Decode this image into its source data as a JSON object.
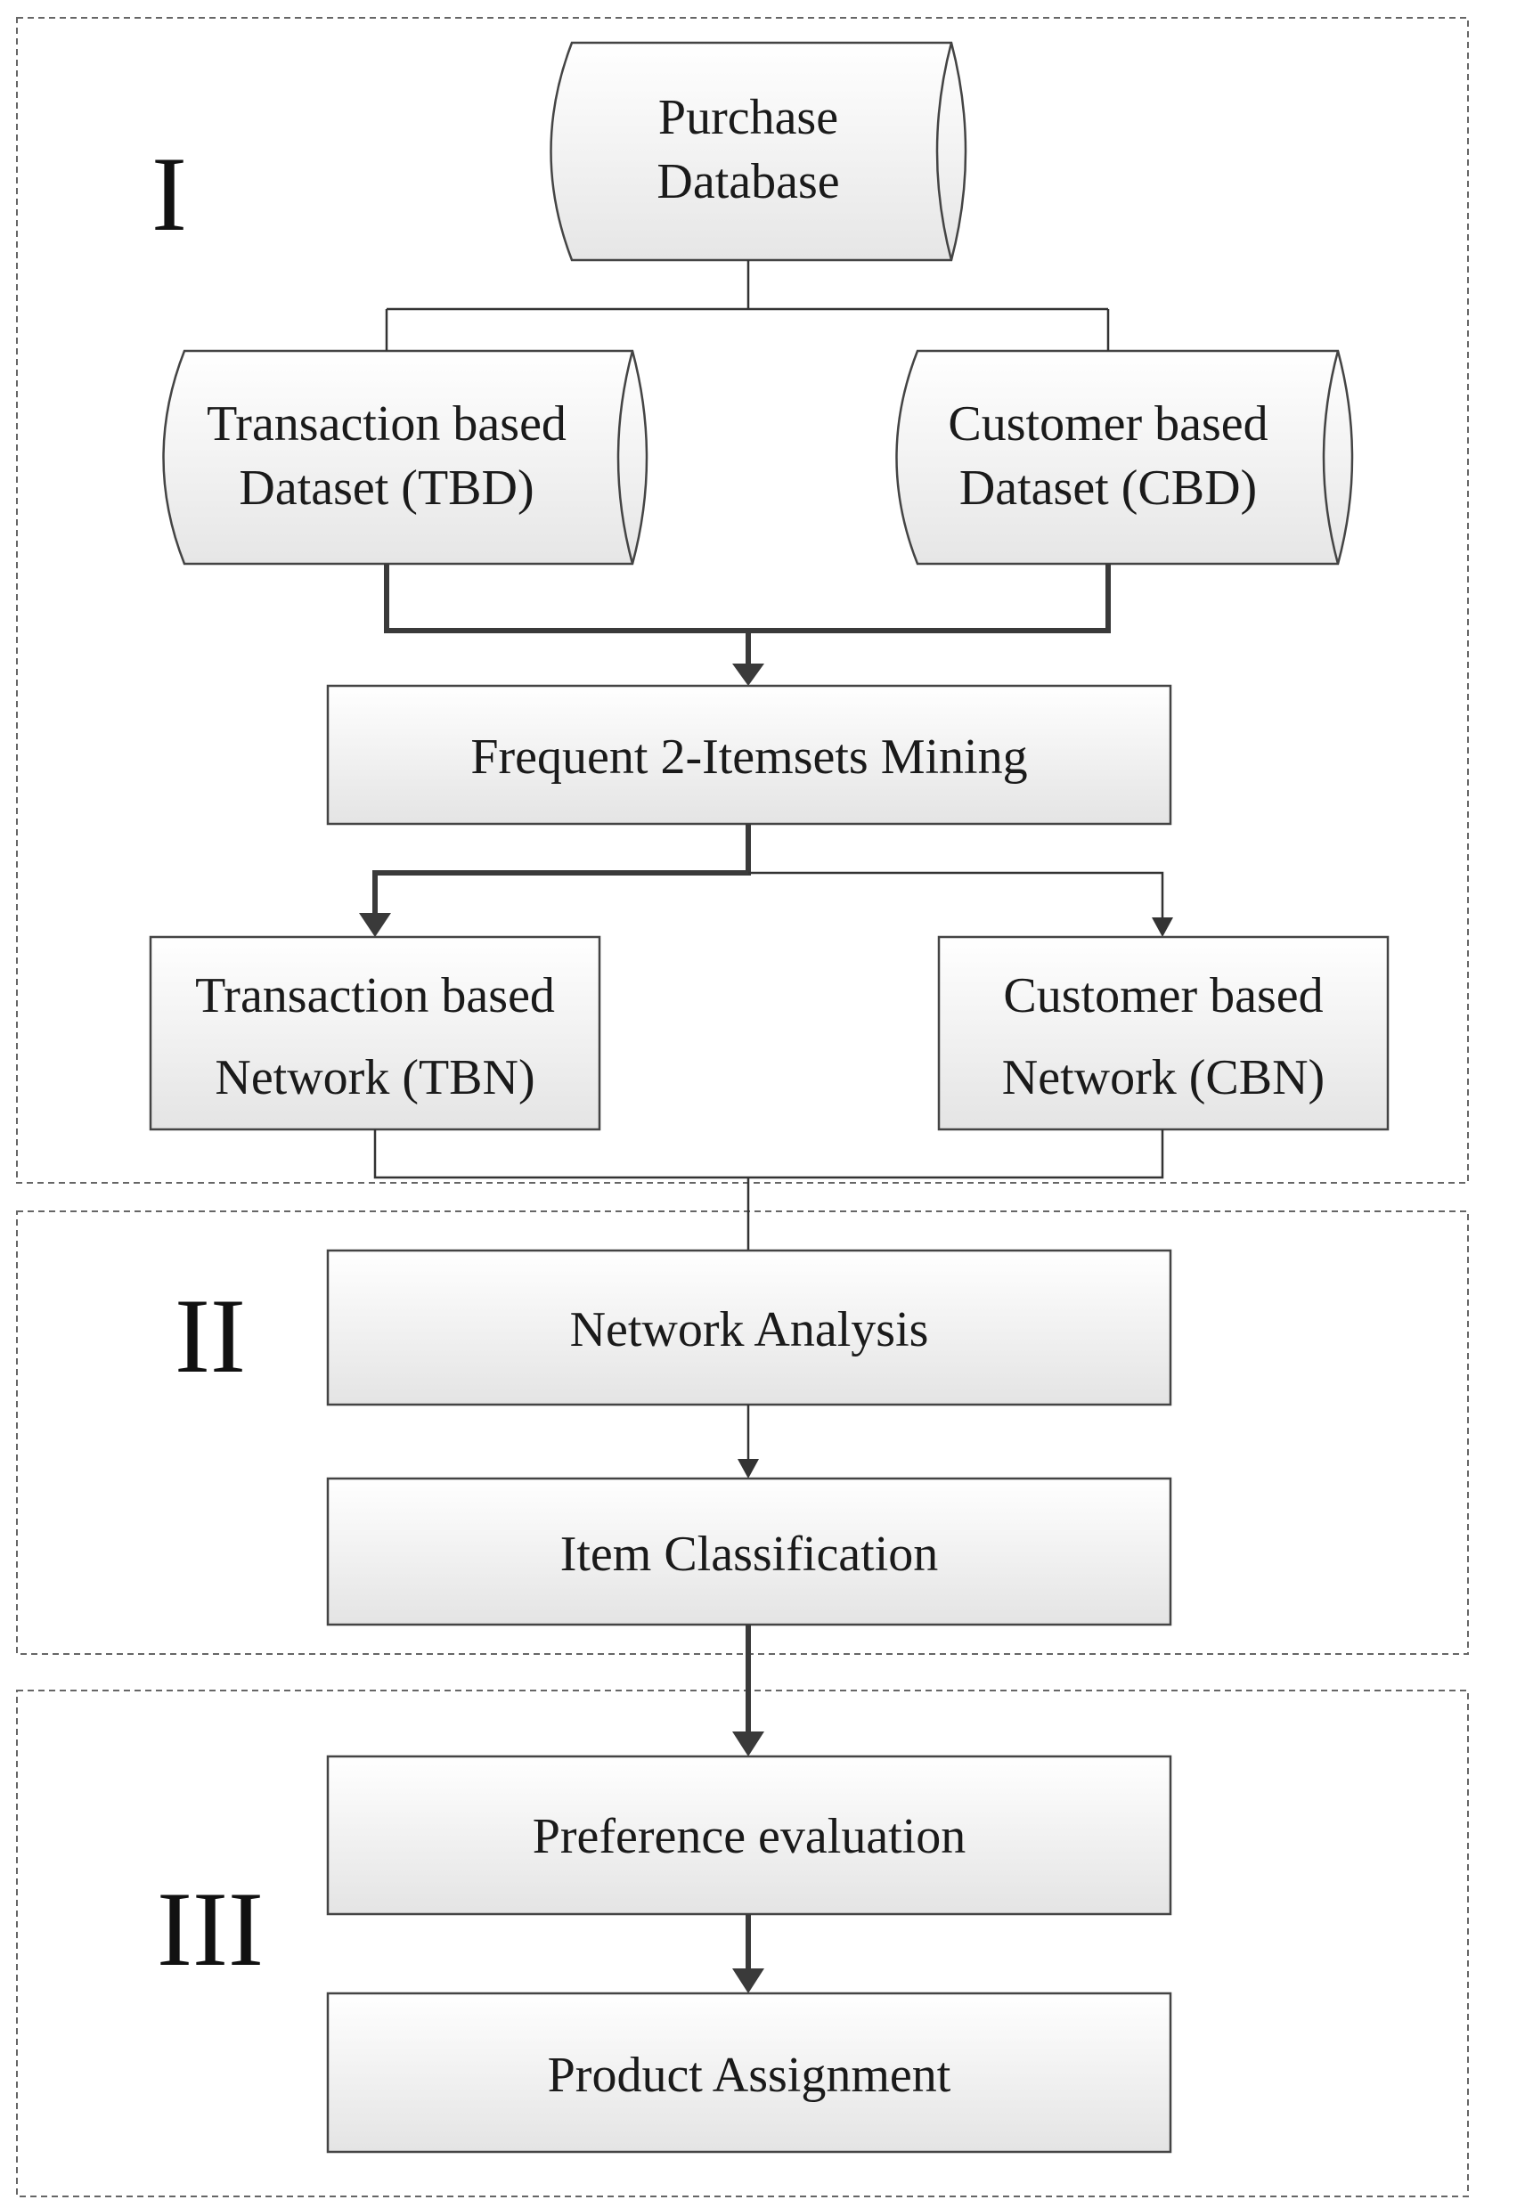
{
  "phases": {
    "one": "I",
    "two": "II",
    "three": "III"
  },
  "nodes": {
    "purchase_db": {
      "line1": "Purchase",
      "line2": "Database"
    },
    "tbd": {
      "line1": "Transaction based",
      "line2": "Dataset (TBD)"
    },
    "cbd": {
      "line1": "Customer based",
      "line2": "Dataset (CBD)"
    },
    "mining": {
      "label": "Frequent 2-Itemsets Mining"
    },
    "tbn": {
      "line1": "Transaction based",
      "line2": "Network (TBN)"
    },
    "cbn": {
      "line1": "Customer based",
      "line2": "Network (CBN)"
    },
    "network_analysis": {
      "label": "Network Analysis"
    },
    "item_classification": {
      "label": "Item Classification"
    },
    "preference_evaluation": {
      "label": "Preference evaluation"
    },
    "product_assignment": {
      "label": "Product Assignment"
    }
  },
  "edges": [
    {
      "from": "purchase_db",
      "to": [
        "tbd",
        "cbd"
      ]
    },
    {
      "from": [
        "tbd",
        "cbd"
      ],
      "to": "mining"
    },
    {
      "from": "mining",
      "to": [
        "tbn",
        "cbn"
      ]
    },
    {
      "from": [
        "tbn",
        "cbn"
      ],
      "to": "network_analysis"
    },
    {
      "from": "network_analysis",
      "to": "item_classification"
    },
    {
      "from": "item_classification",
      "to": "preference_evaluation"
    },
    {
      "from": "preference_evaluation",
      "to": "product_assignment"
    }
  ],
  "colors": {
    "box_fill_top": "#ffffff",
    "box_fill_bottom": "#e6e6e6",
    "stroke": "#444444"
  }
}
